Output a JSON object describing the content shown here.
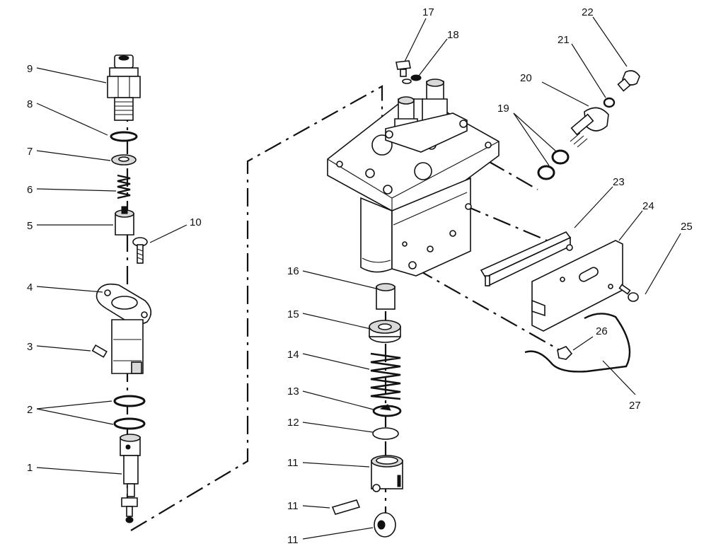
{
  "diagram": {
    "callouts": [
      {
        "id": "c1",
        "label": "1"
      },
      {
        "id": "c2",
        "label": "2"
      },
      {
        "id": "c3",
        "label": "3"
      },
      {
        "id": "c4",
        "label": "4"
      },
      {
        "id": "c5",
        "label": "5"
      },
      {
        "id": "c6",
        "label": "6"
      },
      {
        "id": "c7",
        "label": "7"
      },
      {
        "id": "c8",
        "label": "8"
      },
      {
        "id": "c9",
        "label": "9"
      },
      {
        "id": "c10",
        "label": "10"
      },
      {
        "id": "c11a",
        "label": "11"
      },
      {
        "id": "c11b",
        "label": "11"
      },
      {
        "id": "c11c",
        "label": "11"
      },
      {
        "id": "c12",
        "label": "12"
      },
      {
        "id": "c13",
        "label": "13"
      },
      {
        "id": "c14",
        "label": "14"
      },
      {
        "id": "c15",
        "label": "15"
      },
      {
        "id": "c16",
        "label": "16"
      },
      {
        "id": "c17",
        "label": "17"
      },
      {
        "id": "c18",
        "label": "18"
      },
      {
        "id": "c19",
        "label": "19"
      },
      {
        "id": "c20",
        "label": "20"
      },
      {
        "id": "c21",
        "label": "21"
      },
      {
        "id": "c22",
        "label": "22"
      },
      {
        "id": "c23",
        "label": "23"
      },
      {
        "id": "c24",
        "label": "24"
      },
      {
        "id": "c25",
        "label": "25"
      },
      {
        "id": "c26",
        "label": "26"
      },
      {
        "id": "c27",
        "label": "27"
      }
    ]
  }
}
